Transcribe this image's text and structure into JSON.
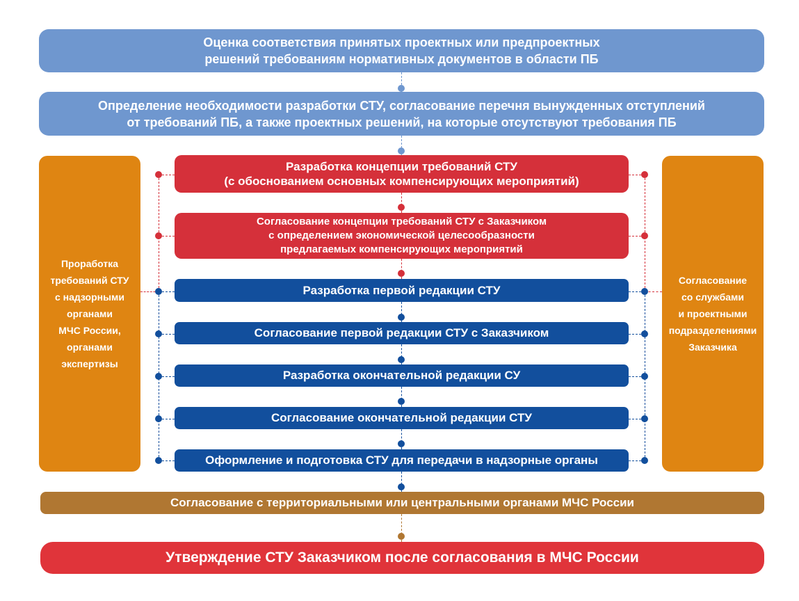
{
  "steps": {
    "assessment": "Оценка соответствия принятых проектных или предпроектных\nрешений требованиям нормативных документов в области ПБ",
    "necessity": "Определение необходимости разработки СТУ, согласование перечня вынужденных отступлений\nот требований ПБ, а также проектных решений, на которые отсутствуют требования ПБ",
    "concept_dev": "Разработка концепции требований СТУ\n(с обоснованием основных компенсирующих мероприятий)",
    "concept_agree": "Согласование концепции требований СТУ с Заказчиком\nс определением экономической целесообразности\nпредлагаемых компенсирующих мероприятий",
    "first_draft": "Разработка первой редакции СТУ",
    "first_draft_agree": "Согласование первой редакции СТУ с Заказчиком",
    "final_draft": "Разработка окончательной редакции СУ",
    "final_draft_agree": "Согласование окончательной редакции СТУ",
    "submission": "Оформление и подготовка СТУ для передачи в надзорные органы",
    "mchs_agree": "Согласование с территориальными или центральными органами МЧС России",
    "approval": "Утверждение СТУ Заказчиком после согласования в МЧС России"
  },
  "side": {
    "left": "Проработка\nтребований СТУ\nс надзорными\nорганами\nМЧС России,\nорганами\nэкспертизы",
    "right": "Согласование\nсо службами\nи проектными\nподразделениями\nЗаказчика"
  },
  "colors": {
    "light_blue": "#6f97cf",
    "red": "#d5303a",
    "dark_blue": "#124f9d",
    "orange": "#df8512",
    "brown": "#b07732",
    "final_red": "#e0343a"
  }
}
